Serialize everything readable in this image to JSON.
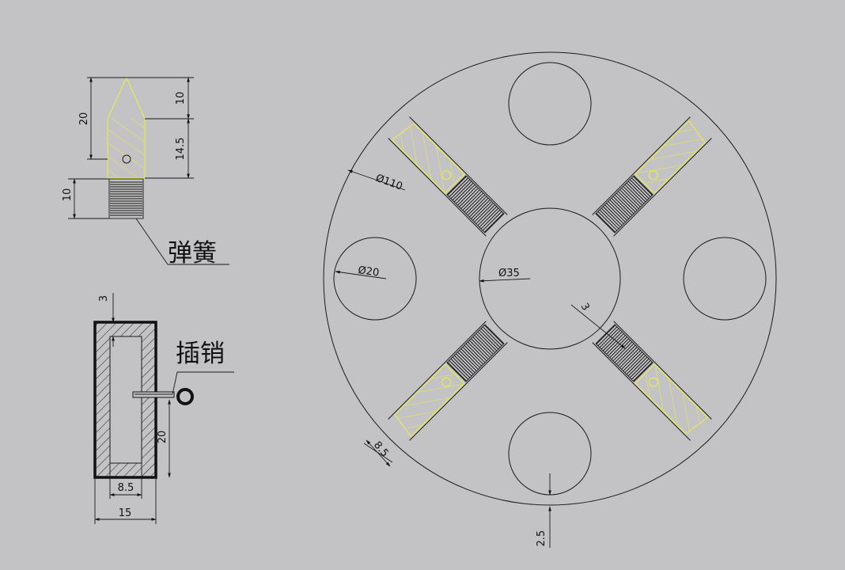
{
  "colors": {
    "background": "#c3c3c5",
    "line": "#1a1a1a",
    "highlight": "#f2ef3a"
  },
  "labels": {
    "spring": "弹簧",
    "pin": "插销"
  },
  "dims": {
    "tip_total": "20",
    "tip_top": "10",
    "tip_body": "14.5",
    "spring_len": "10",
    "box_wall": "3",
    "pin_drop": "20",
    "box_inner": "8.5",
    "box_width": "15",
    "disk_diameter": "Ø110",
    "hole_diameter": "Ø20",
    "hub_diameter": "Ø35",
    "slot_offset": "3",
    "slot_width": "8.5",
    "edge_gap": "2.5"
  }
}
